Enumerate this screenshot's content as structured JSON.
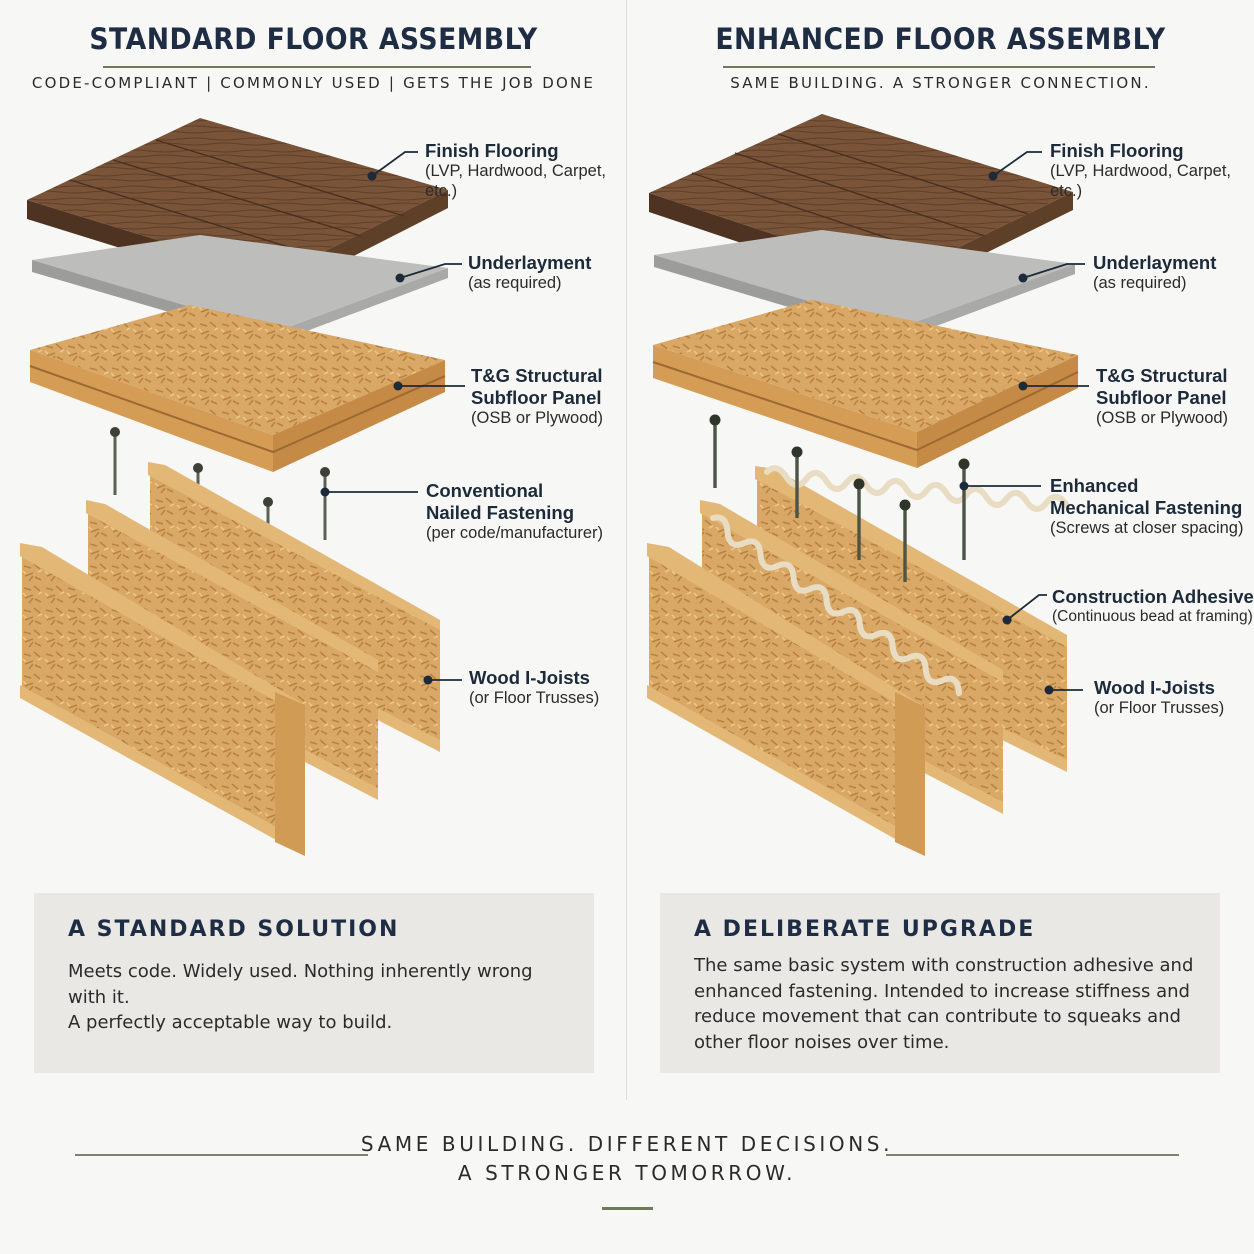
{
  "left": {
    "title": "STANDARD FLOOR ASSEMBLY",
    "subtitle": "CODE-COMPLIANT  |  COMMONLY USED  |  GETS THE JOB DONE",
    "callouts": {
      "finish": {
        "heading": "Finish Flooring",
        "sub": "(LVP, Hardwood, Carpet, etc.)"
      },
      "underlayment": {
        "heading": "Underlayment",
        "sub": "(as required)"
      },
      "subfloor": {
        "heading1": "T&G Structural",
        "heading2": "Subfloor Panel",
        "sub": "(OSB or Plywood)"
      },
      "fastening": {
        "heading1": "Conventional",
        "heading2": "Nailed Fastening",
        "sub": "(per code/manufacturer)"
      },
      "joists": {
        "heading": "Wood I-Joists",
        "sub": "(or Floor Trusses)"
      }
    },
    "card": {
      "title": "A STANDARD SOLUTION",
      "line1": "Meets code. Widely used. Nothing inherently wrong with it.",
      "line2": "A perfectly acceptable way to build."
    }
  },
  "right": {
    "title": "ENHANCED FLOOR ASSEMBLY",
    "subtitle": "SAME BUILDING. A STRONGER CONNECTION.",
    "callouts": {
      "finish": {
        "heading": "Finish Flooring",
        "sub": "(LVP, Hardwood, Carpet, etc.)"
      },
      "underlayment": {
        "heading": "Underlayment",
        "sub": "(as required)"
      },
      "subfloor": {
        "heading1": "T&G Structural",
        "heading2": "Subfloor Panel",
        "sub": "(OSB or Plywood)"
      },
      "fastening": {
        "heading1": "Enhanced",
        "heading2": "Mechanical Fastening",
        "sub": "(Screws at closer spacing)"
      },
      "adhesive": {
        "heading": "Construction Adhesive",
        "sub": "(Continuous bead at framing)"
      },
      "joists": {
        "heading": "Wood I-Joists",
        "sub": "(or Floor Trusses)"
      }
    },
    "card": {
      "title": "A DELIBERATE UPGRADE",
      "line1": "The same basic system with construction adhesive and",
      "line2": "enhanced fastening. Intended to increase stiffness and",
      "line3": "reduce movement that can contribute to squeaks and",
      "line4": "other floor noises over time."
    }
  },
  "footer": {
    "line1": "SAME BUILDING. DIFFERENT DECISIONS.",
    "line2": "A STRONGER TOMORROW."
  },
  "colors": {
    "navy": "#1f2d44",
    "olive": "#6e7a5a",
    "card_bg": "#e9e8e4",
    "wood_dark": "#6b4a33",
    "osb": "#d9a866",
    "lumber": "#e3b877",
    "underlayment": "#bdbdbb",
    "adhesive": "#e8dcc3"
  }
}
